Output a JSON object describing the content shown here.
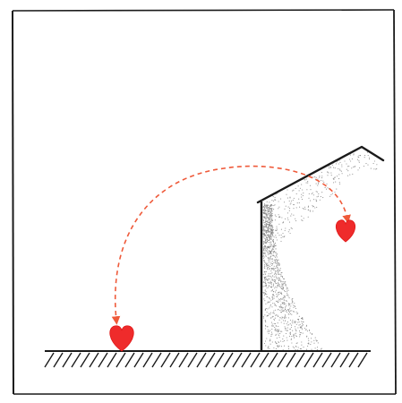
{
  "figure": {
    "title": "",
    "labels": [],
    "colors": {
      "background": "#ffffff",
      "ink": "#1a1a1a",
      "heart": "#ef2b2b",
      "trajectory": "#ef5a3a",
      "shading": "#8a8a8a"
    },
    "elements": {
      "ground": "ground-line",
      "hatching": "diagonal-hatching",
      "wall": "vertical-wall",
      "roof": "sloped-roof",
      "heart_start": "heart-icon",
      "heart_end": "heart-icon",
      "path": "dashed-arc-arrow"
    }
  }
}
